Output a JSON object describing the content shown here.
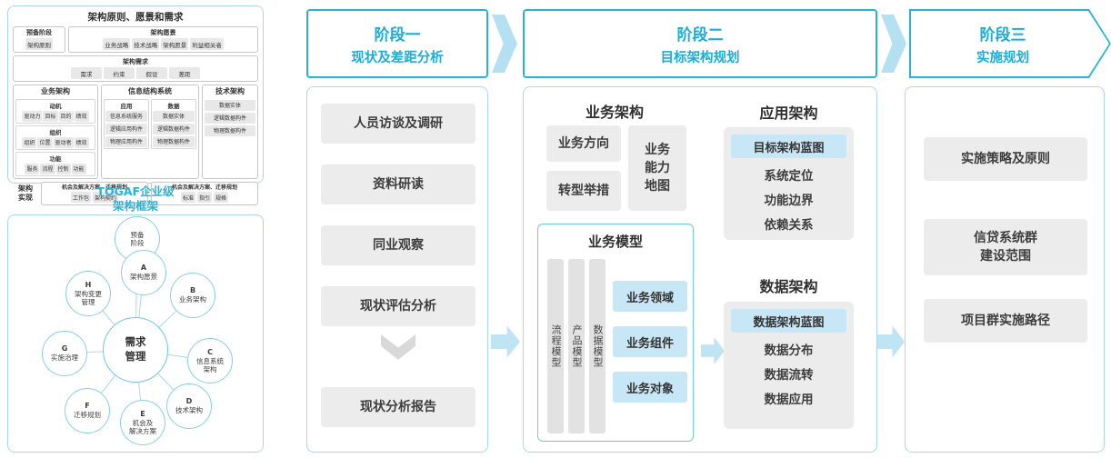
{
  "colors": {
    "accent": "#29b2d8",
    "highlight": "#c7e7f6",
    "arrow": "#bfe4f4",
    "gray_box": "#ececec"
  },
  "left": {
    "principles": {
      "title": "架构原则、愿景和需求",
      "prep_title": "预备阶段",
      "prep_item": "架构原则",
      "vision_title": "架构愿景",
      "vision_items": [
        "业务战略",
        "技术战略",
        "架构愿景",
        "利益相关者"
      ],
      "req_title": "架构需求",
      "req_items": [
        "需求",
        "约束",
        "假设",
        "差距"
      ],
      "business_title": "业务架构",
      "business_groups": [
        {
          "title": "动机",
          "items": [
            "驱动力",
            "目标",
            "目的",
            "绩效"
          ]
        },
        {
          "title": "组织",
          "items": [
            "组织",
            "位置",
            "驱动者",
            "绩效"
          ]
        },
        {
          "title": "功能",
          "items": [
            "服务",
            "流程",
            "控制",
            "功能"
          ]
        }
      ],
      "info_title": "信息结构系统",
      "info_groups": [
        {
          "title": "应用",
          "items": [
            "信息系统服务",
            "逻辑应用构件",
            "物理应用构件"
          ]
        },
        {
          "title": "数据",
          "items": [
            "数据实体",
            "逻辑数据构件",
            "物理数据构件"
          ]
        }
      ],
      "tech_title": "技术架构",
      "tech_items": [
        "数据实体",
        "逻辑数据构件",
        "物理数据构件"
      ],
      "impl_title": "架构\n实现",
      "impl_boxes": [
        {
          "title": "机会及解决方案、迁移规划",
          "items": [
            "工作包",
            "架构契约"
          ]
        },
        {
          "title": "机会及解决方案、迁移规划",
          "items": [
            "标准",
            "指引",
            "规格"
          ]
        }
      ]
    },
    "togaf_label": "TOGAF企业级\n架构框架",
    "adm": {
      "center": "需求\n管理",
      "nodes": [
        {
          "letter": "",
          "label": "预备\n阶段"
        },
        {
          "letter": "A",
          "label": "架构愿景"
        },
        {
          "letter": "B",
          "label": "业务架构"
        },
        {
          "letter": "C",
          "label": "信息系统\n架构"
        },
        {
          "letter": "D",
          "label": "技术架构"
        },
        {
          "letter": "E",
          "label": "机会及\n解决方案"
        },
        {
          "letter": "F",
          "label": "迁移规划"
        },
        {
          "letter": "G",
          "label": "实施治理"
        },
        {
          "letter": "H",
          "label": "架构变更\n管理"
        }
      ]
    }
  },
  "phases": [
    {
      "name": "阶段一",
      "subtitle": "现状及差距分析"
    },
    {
      "name": "阶段二",
      "subtitle": "目标架构规划"
    },
    {
      "name": "阶段三",
      "subtitle": "实施规划"
    }
  ],
  "phase1": {
    "steps": [
      "人员访谈及调研",
      "资料研读",
      "同业观察",
      "现状评估分析"
    ],
    "result": "现状分析报告"
  },
  "phase2": {
    "business": {
      "title": "业务架构",
      "direction": "业务方向",
      "initiatives": "转型举措",
      "capability_map": "业务\n能力\n地图",
      "model_title": "业务模型",
      "model_vertical": [
        "流程模型",
        "产品模型",
        "数据模型"
      ],
      "model_items": [
        "业务领域",
        "业务组件",
        "业务对象"
      ]
    },
    "application": {
      "title": "应用架构",
      "blueprint": "目标架构蓝图",
      "items": [
        "系统定位",
        "功能边界",
        "依赖关系"
      ]
    },
    "data": {
      "title": "数据架构",
      "blueprint": "数据架构蓝图",
      "items": [
        "数据分布",
        "数据流转",
        "数据应用"
      ]
    }
  },
  "phase3": {
    "items": [
      "实施策略及原则",
      "信贷系统群\n建设范围",
      "项目群实施路径"
    ]
  }
}
